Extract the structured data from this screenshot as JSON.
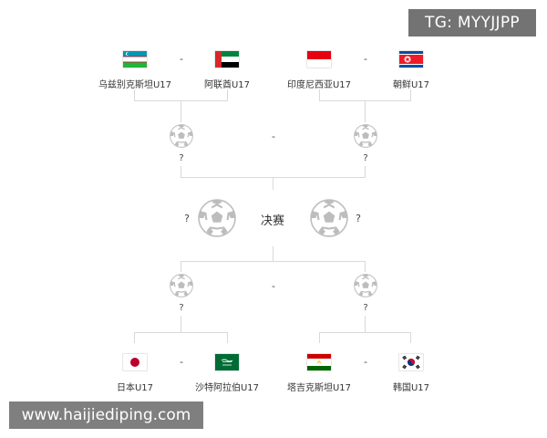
{
  "watermarks": {
    "top_right": "TG: MYYJJPP",
    "bottom_left": "www.haijiediping.com"
  },
  "bracket": {
    "top_left_match": {
      "team_a": {
        "name": "乌兹别克斯坦U17",
        "flag": "uzbekistan-flag"
      },
      "team_b": {
        "name": "阿联酋U17",
        "flag": "uae-flag"
      },
      "separator": "-"
    },
    "top_right_match": {
      "team_a": {
        "name": "印度尼西亚U17",
        "flag": "indonesia-flag"
      },
      "team_b": {
        "name": "朝鲜U17",
        "flag": "north-korea-flag"
      },
      "separator": "-"
    },
    "top_semifinal": {
      "left": "?",
      "right": "?",
      "separator": "-"
    },
    "final": {
      "label": "决赛",
      "left": "?",
      "right": "?"
    },
    "bottom_semifinal": {
      "left": "?",
      "right": "?",
      "separator": "-"
    },
    "bottom_left_match": {
      "team_a": {
        "name": "日本U17",
        "flag": "japan-flag"
      },
      "team_b": {
        "name": "沙特阿拉伯U17",
        "flag": "saudi-arabia-flag"
      },
      "separator": "-"
    },
    "bottom_right_match": {
      "team_a": {
        "name": "塔吉克斯坦U17",
        "flag": "tajikistan-flag"
      },
      "team_b": {
        "name": "韩国U17",
        "flag": "south-korea-flag"
      },
      "separator": "-"
    }
  },
  "colors": {
    "line": "#d9d9d9",
    "ball": "#bdbdbd",
    "uae_red": "#d62828",
    "uae_green": "#00843d",
    "saudi_green": "#006c35",
    "indonesia_red": "#e70011",
    "japan_red": "#bc002d",
    "tajik_red": "#cc0000",
    "tajik_green": "#006600",
    "nk_blue": "#024fa2",
    "nk_red": "#ed1c27",
    "uzb_blue": "#0099b5",
    "uzb_green": "#1eb53a"
  }
}
